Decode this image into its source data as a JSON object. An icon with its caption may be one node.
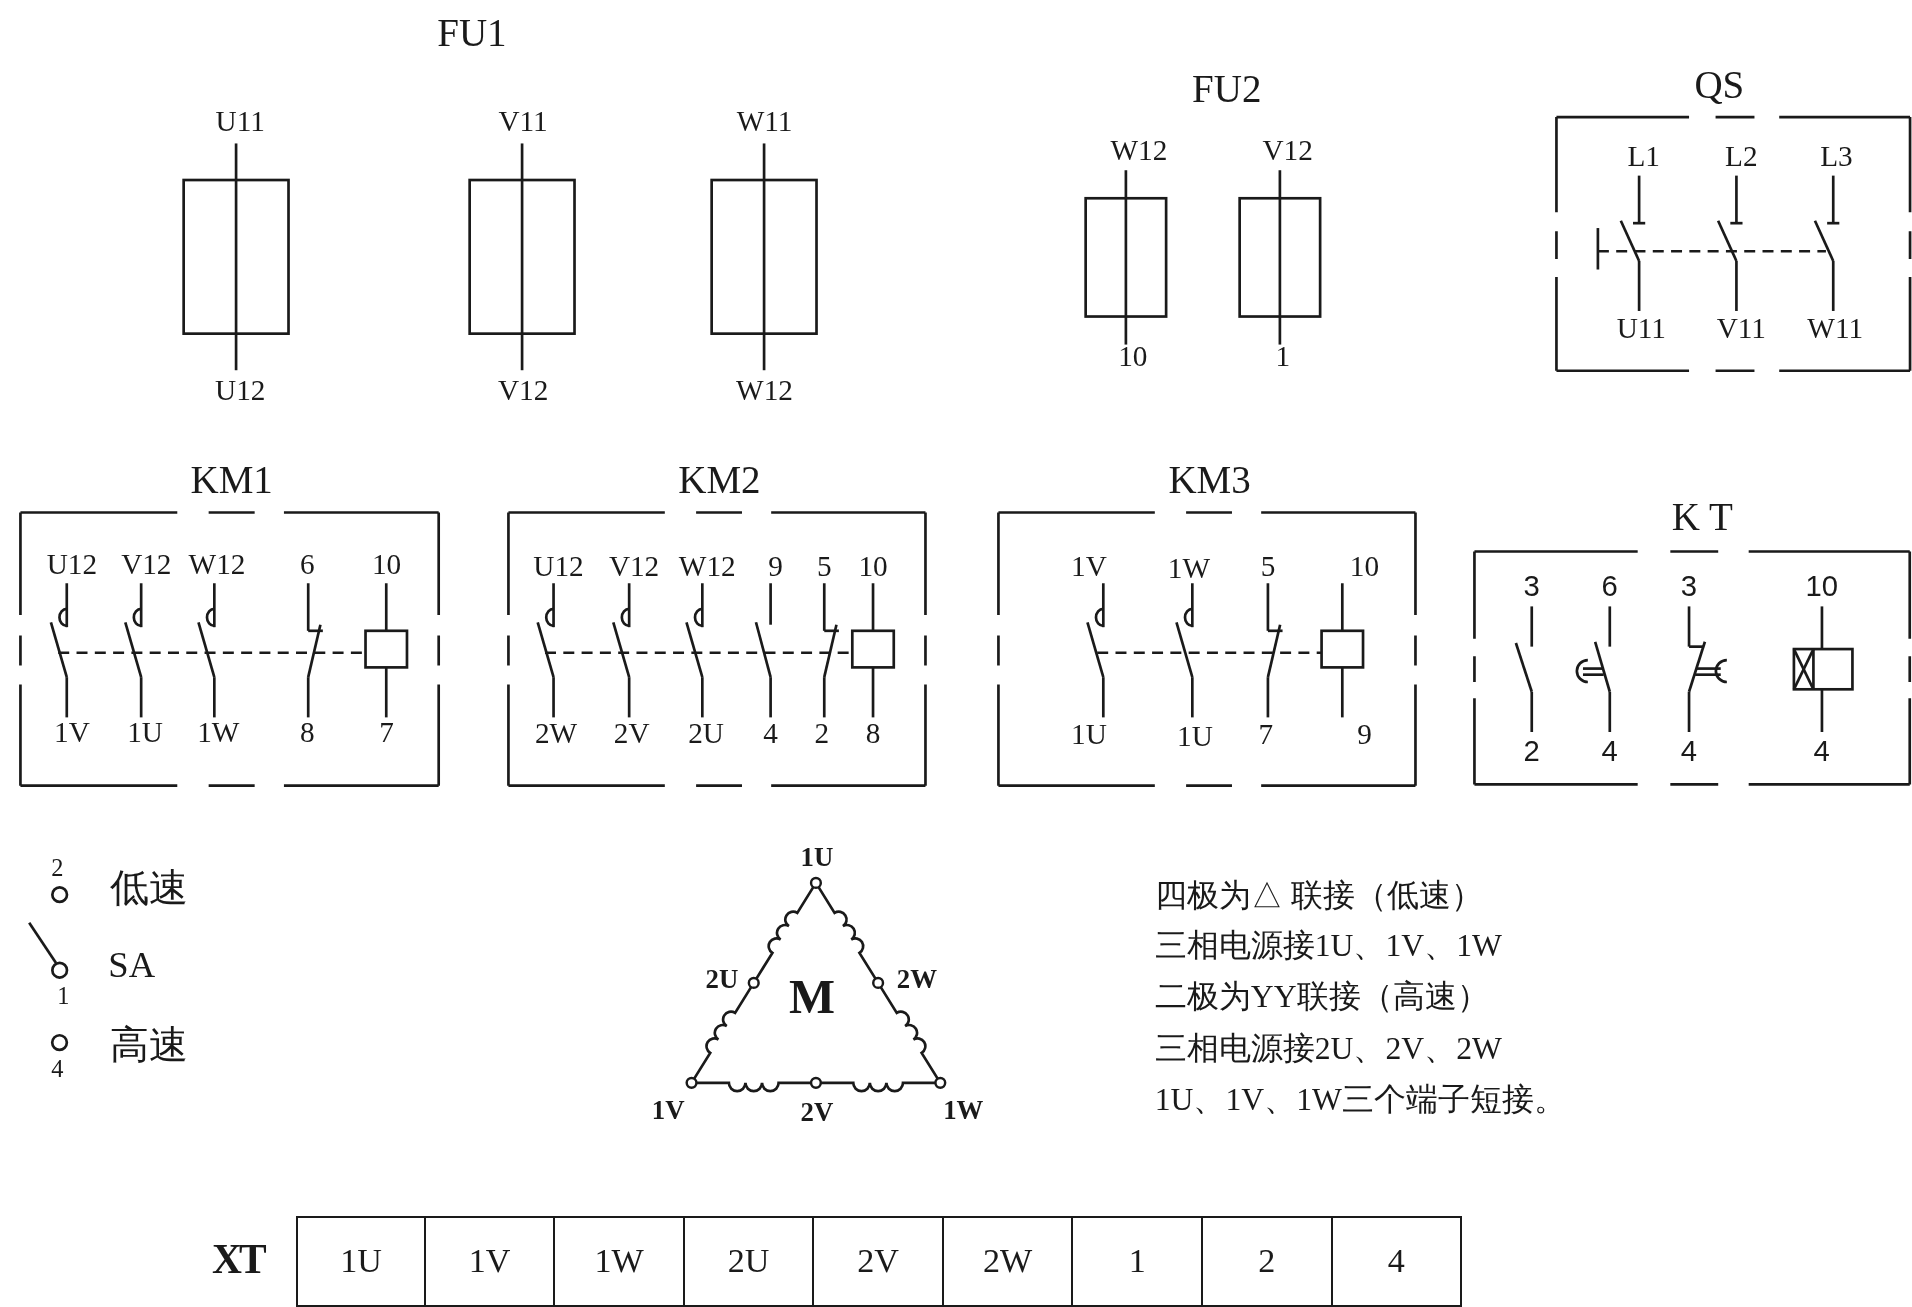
{
  "diagram": {
    "nodes": [
      {
        "text": [],
        "shape": "box",
        "beside": [
          "U11",
          "U12"
        ]
      },
      {
        "text": [],
        "shape": "box",
        "beside": [
          "V11",
          "V12"
        ]
      },
      {
        "text": [],
        "shape": "box",
        "beside": [
          "W11",
          "W12"
        ]
      },
      {
        "text": [],
        "shape": "box",
        "beside": [
          "W12",
          "10"
        ]
      },
      {
        "text": [],
        "shape": "box",
        "beside": [
          "V12",
          "1"
        ]
      },
      {
        "text": [
          "QS",
          "L1",
          "L2",
          "L3",
          "U11",
          "V11",
          "W11"
        ]
      },
      {
        "text": [
          "KM1",
          "U12",
          "V12",
          "W12",
          "6",
          "10",
          "1V",
          "1U",
          "1W",
          "8",
          "7"
        ]
      },
      {
        "text": [
          "KM2",
          "U12",
          "V12",
          "W12",
          "9",
          "5",
          "10",
          "2W",
          "2V",
          "2U",
          "4",
          "2",
          "8"
        ]
      },
      {
        "text": [
          "KM3",
          "1V",
          "1W",
          "5",
          "10",
          "1U",
          "1U",
          "7",
          "9"
        ]
      },
      {
        "text": [
          "K T",
          "3",
          "6",
          "3",
          "10",
          "2",
          "4",
          "4",
          "4"
        ]
      },
      {
        "text": [
          "M",
          "1U",
          "2U",
          "2W",
          "1V",
          "2V",
          "1W"
        ]
      }
    ],
    "labels": [
      "FU1",
      "FU2",
      "2",
      "低速",
      "SA",
      "1",
      "高速",
      "4",
      "四极为△ 联接（低速）",
      "三相电源接1U、1V、1W",
      "二极为YY联接（高速）",
      "三相电源接2U、2V、2W",
      "1U、1V、1W三个端子短接。",
      "XT",
      "1U",
      "1V",
      "1W",
      "2U",
      "2V",
      "2W",
      "1",
      "2",
      "4"
    ]
  }
}
